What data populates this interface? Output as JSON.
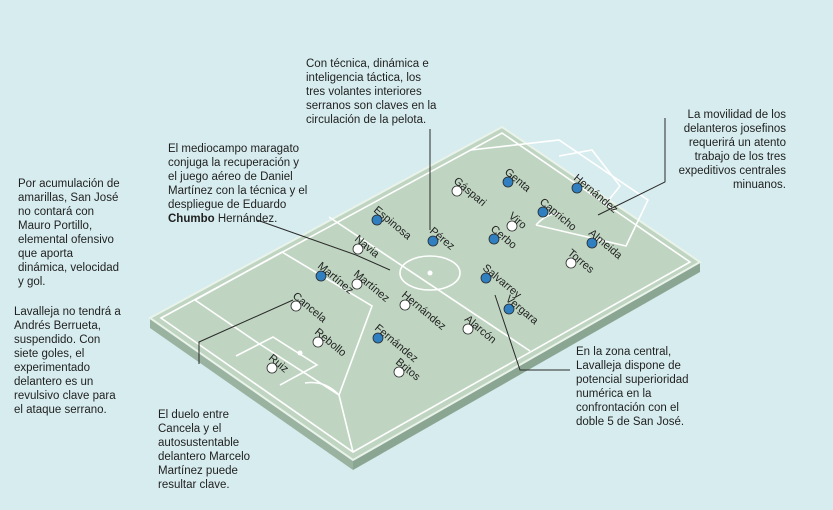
{
  "colors": {
    "background": "#d7ecef",
    "pitch": "#bfd5c1",
    "pitch_side": "#9ab3a0",
    "lines": "#ffffff",
    "team_blue": "#2f7fc1",
    "team_white": "#ffffff",
    "leader": "#2a2a2a"
  },
  "notes": {
    "left_top": "Por acumulación de amarillas, San José no contará con Mauro Portillo, elemental ofensivo que aporta dinámica, velocidad y gol.",
    "left_mid": "Lavalleja no tendrá a Andrés Berrueta, suspendido. Con siete goles, el experimentado delantero es un revulsivo clave para el ataque serrano.",
    "bottom_left": "El duelo entre Cancela y el autosustentable delantero Marcelo Martínez puede resultar clave.",
    "midfield_pre": "El mediocampo maragato conjuga la recuperación y el juego aéreo de Daniel Martínez con la técnica y el despliegue de Eduardo ",
    "midfield_bold": "Chumbo",
    "midfield_post": " Hernández.",
    "top_center": "Con técnica, dinámica e inteligencia táctica, los tres volantes interiores serranos son claves en la circulación de la pelota.",
    "top_right": "La movilidad de los delanteros josefinos requerirá un atento trabajo de los tres expeditivos centrales minuanos.",
    "bottom_right": "En la zona central, Lavalleja dispone de potencial superioridad numérica en la confrontación con el doble 5 de San José."
  },
  "players": [
    {
      "name": "Gáspari",
      "team": "white"
    },
    {
      "name": "Genta",
      "team": "blue"
    },
    {
      "name": "Hernández",
      "team": "blue"
    },
    {
      "name": "Capricho",
      "team": "blue"
    },
    {
      "name": "Espinosa",
      "team": "blue"
    },
    {
      "name": "Viro",
      "team": "white"
    },
    {
      "name": "Pérez",
      "team": "blue"
    },
    {
      "name": "Cerbo",
      "team": "blue"
    },
    {
      "name": "Almeida",
      "team": "blue"
    },
    {
      "name": "Navia",
      "team": "white"
    },
    {
      "name": "Torres",
      "team": "white"
    },
    {
      "name": "Martínez",
      "team": "blue"
    },
    {
      "name": "Martínez",
      "team": "white"
    },
    {
      "name": "Salvarrey",
      "team": "blue"
    },
    {
      "name": "Vergara",
      "team": "blue"
    },
    {
      "name": "Cancela",
      "team": "white"
    },
    {
      "name": "Hernández",
      "team": "white"
    },
    {
      "name": "Alarcón",
      "team": "white"
    },
    {
      "name": "Rebollo",
      "team": "white"
    },
    {
      "name": "Fernández",
      "team": "blue"
    },
    {
      "name": "Ruiz",
      "team": "white"
    },
    {
      "name": "Britos",
      "team": "white"
    }
  ]
}
